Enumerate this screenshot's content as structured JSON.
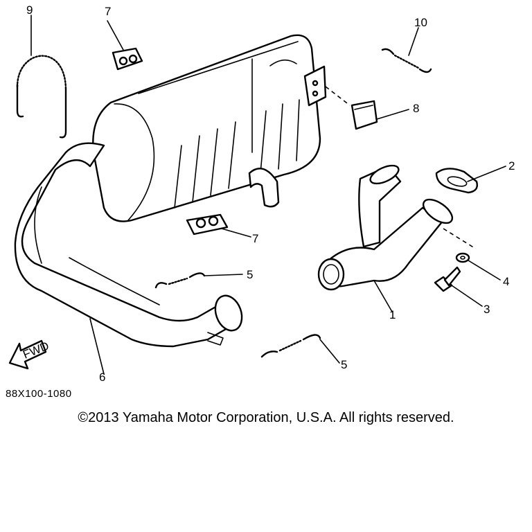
{
  "callouts": {
    "c1": "1",
    "c2": "2",
    "c3": "3",
    "c4": "4",
    "c5a": "5",
    "c5b": "5",
    "c6": "6",
    "c7a": "7",
    "c7b": "7",
    "c8": "8",
    "c9": "9",
    "c10": "10"
  },
  "fwd_label": "FWD",
  "part_code": "88X100-1080",
  "copyright": "©2013 Yamaha Motor Corporation, U.S.A. All rights reserved."
}
